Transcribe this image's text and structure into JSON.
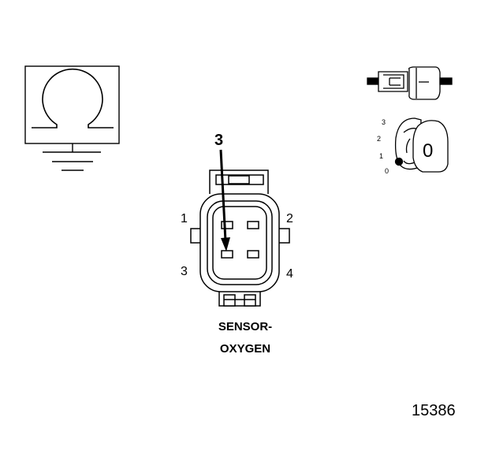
{
  "diagram": {
    "callout_pin": "3",
    "pin_labels": {
      "pin1": "1",
      "pin2": "2",
      "pin3": "3",
      "pin4": "4"
    },
    "caption_line1": "SENSOR-",
    "caption_line2": "OXYGEN",
    "figure_number": "15386",
    "selector_positions": {
      "p3": "3",
      "p2": "2",
      "p1": "1",
      "p0": "0"
    },
    "selector_value": "0"
  },
  "icons": {
    "ohmmeter": "ohmmeter-symbol-icon",
    "ground": "ground-icon",
    "test_probe": "test-probe-icon",
    "rotary_selector": "rotary-selector-knob-icon",
    "connector": "connector-face-icon"
  }
}
